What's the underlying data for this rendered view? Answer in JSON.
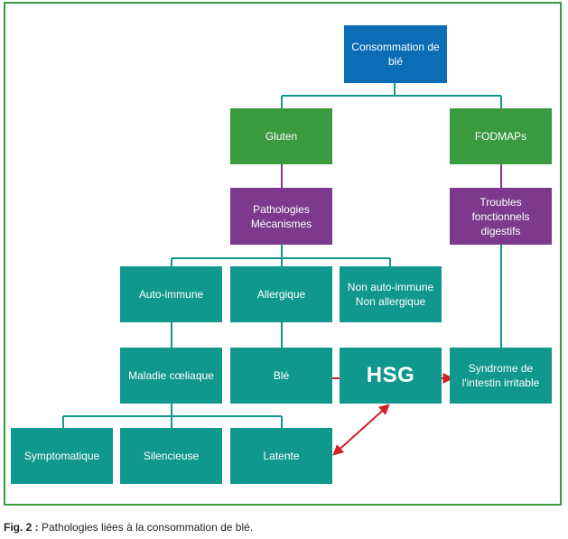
{
  "nodes": {
    "root": "Consommation de blé",
    "gluten": "Gluten",
    "fodmaps": "FODMAPs",
    "pathologies": "Pathologies Mécanismes",
    "troubles": "Troubles fonctionnels digestifs",
    "auto_immune": "Auto-immune",
    "allergique": "Allergique",
    "non_auto": "Non auto-immune Non allergique",
    "maladie": "Maladie cœliaque",
    "ble": "Blé",
    "hsg": "HSG",
    "syndrome": "Syndrome de l'intestin irritable",
    "symptomatique": "Symptomatique",
    "silencieuse": "Silencieuse",
    "latente": "Latente"
  },
  "caption": {
    "label": "Fig. 2 :",
    "text": " Pathologies liées à la consommation de blé."
  },
  "colors": {
    "frame": "#3a9a3f",
    "blue": "#0a6db5",
    "green": "#3a9a3f",
    "purple": "#7d3a8c",
    "teal": "#10988f",
    "arrow": "#d32027"
  }
}
